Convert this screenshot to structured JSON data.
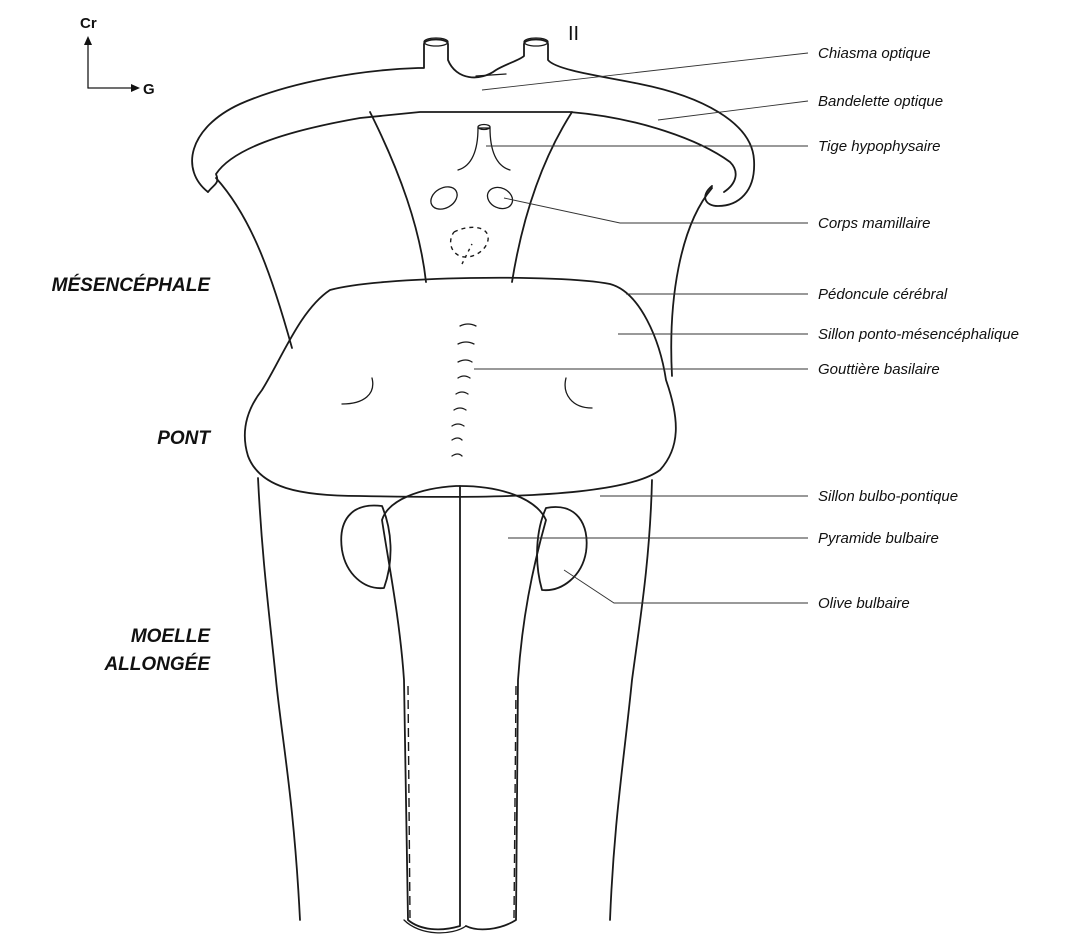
{
  "orientation": {
    "cranial": "Cr",
    "left": "G"
  },
  "nerve_label": "II",
  "regions": {
    "mesencephale": "MÉSENCÉPHALE",
    "pont": "PONT",
    "moelle_line1": "MOELLE",
    "moelle_line2": "ALLONGÉE"
  },
  "labels": {
    "chiasma": "Chiasma optique",
    "bandelette": "Bandelette optique",
    "tige": "Tige hypophysaire",
    "corps": "Corps mamillaire",
    "pedoncule": "Pédoncule cérébral",
    "sillon_pm": "Sillon ponto-mésencéphalique",
    "gouttiere": "Gouttière basilaire",
    "sillon_bp": "Sillon bulbo-pontique",
    "pyramide": "Pyramide bulbaire",
    "olive": "Olive bulbaire"
  },
  "colors": {
    "stroke": "#1a1a1a",
    "background": "#ffffff"
  }
}
